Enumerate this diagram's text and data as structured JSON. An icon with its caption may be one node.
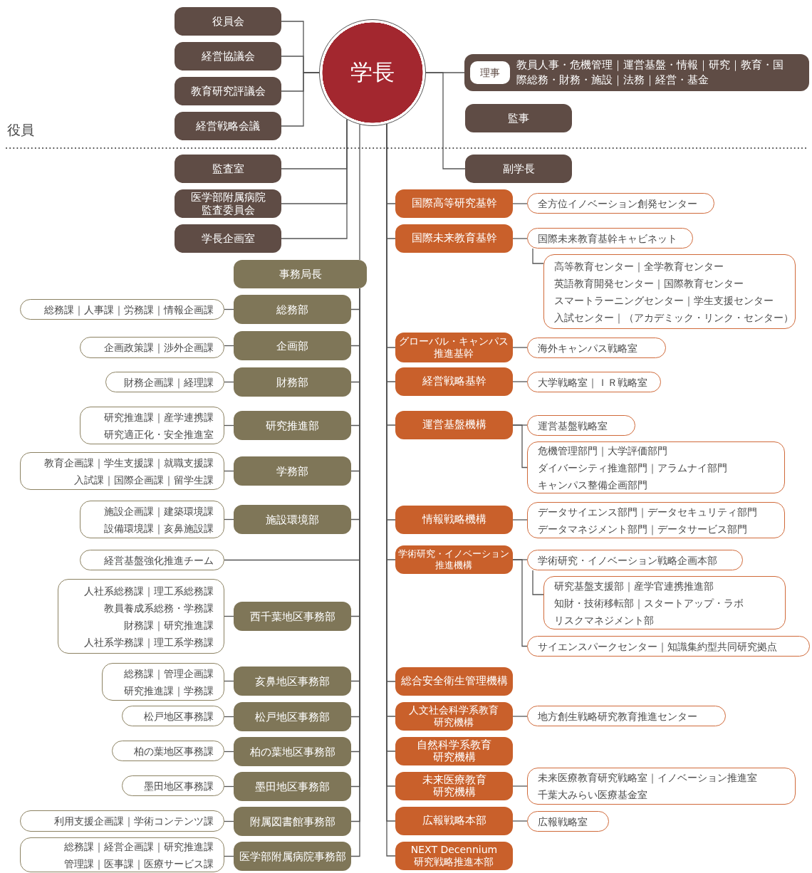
{
  "diagram": {
    "nodes": [
      {
        "text": [
          "学長"
        ]
      },
      {
        "text": [
          "役員会"
        ]
      },
      {
        "text": [
          "経営協議会"
        ]
      },
      {
        "text": [
          "教育研究評議会"
        ]
      },
      {
        "text": [
          "経営戦略会議"
        ]
      },
      {
        "text": [
          "理事",
          "教員人事・危機管理｜運営基盤・情報｜研究｜教育・国際総務・財務・施設｜法務｜経営・基金"
        ]
      },
      {
        "text": [
          "監事"
        ]
      },
      {
        "text": [
          "副学長"
        ]
      },
      {
        "text": [
          "監査室"
        ]
      },
      {
        "text": [
          "医学部附属病院監査委員会"
        ]
      },
      {
        "text": [
          "学長企画室"
        ]
      },
      {
        "text": [
          "国際高等研究基幹"
        ]
      },
      {
        "text": [
          "全方位イノベーション創発センター"
        ]
      },
      {
        "text": [
          "国際未来教育基幹"
        ]
      },
      {
        "text": [
          "国際未来教育基幹キャビネット"
        ]
      },
      {
        "text": [
          "高等教育センター｜全学教育センター",
          "英語教育開発センター｜国際教育センター",
          "スマートラーニングセンター｜学生支援センター",
          "入試センター｜（アカデミック・リンク・センター）"
        ]
      },
      {
        "text": [
          "グローバル・キャンパス推進基幹"
        ]
      },
      {
        "text": [
          "海外キャンパス戦略室"
        ]
      },
      {
        "text": [
          "経営戦略基幹"
        ]
      },
      {
        "text": [
          "大学戦略室｜ＩＲ戦略室"
        ]
      },
      {
        "text": [
          "運営基盤機構"
        ]
      },
      {
        "text": [
          "運営基盤戦略室"
        ]
      },
      {
        "text": [
          "危機管理部門｜大学評価部門",
          "ダイバーシティ推進部門｜アラムナイ部門",
          "キャンパス整備企画部門"
        ]
      },
      {
        "text": [
          "情報戦略機構"
        ]
      },
      {
        "text": [
          "データサイエンス部門｜データセキュリティ部門",
          "データマネジメント部門｜データサービス部門"
        ]
      },
      {
        "text": [
          "学術研究・イノベーション推進機構"
        ]
      },
      {
        "text": [
          "学術研究・イノベーション戦略企画本部"
        ]
      },
      {
        "text": [
          "研究基盤支援部｜産学官連携推進部",
          "知財・技術移転部｜スタートアップ・ラボ",
          "リスクマネジメント部"
        ]
      },
      {
        "text": [
          "サイエンスパークセンター｜知識集約型共同研究拠点"
        ]
      },
      {
        "text": [
          "総合安全衛生管理機構"
        ]
      },
      {
        "text": [
          "人文社会科学系教育研究機構"
        ]
      },
      {
        "text": [
          "地方創生戦略研究教育推進センター"
        ]
      },
      {
        "text": [
          "自然科学系教育研究機構"
        ]
      },
      {
        "text": [
          "未来医療教育研究機構"
        ]
      },
      {
        "text": [
          "未来医療教育研究戦略室｜イノベーション推進室",
          "千葉大みらい医療基金室"
        ]
      },
      {
        "text": [
          "広報戦略本部"
        ]
      },
      {
        "text": [
          "広報戦略室"
        ]
      },
      {
        "text": [
          "NEXT Decennium 研究戦略推進本部"
        ]
      },
      {
        "text": [
          "事務局長"
        ]
      },
      {
        "text": [
          "総務部"
        ]
      },
      {
        "text": [
          "総務課｜人事課｜労務課｜情報企画課"
        ]
      },
      {
        "text": [
          "企画部"
        ]
      },
      {
        "text": [
          "企画政策課｜渉外企画課"
        ]
      },
      {
        "text": [
          "財務部"
        ]
      },
      {
        "text": [
          "財務企画課｜経理課"
        ]
      },
      {
        "text": [
          "研究推進部"
        ]
      },
      {
        "text": [
          "研究推進課｜産学連携課",
          "研究適正化・安全推進室"
        ]
      },
      {
        "text": [
          "学務部"
        ]
      },
      {
        "text": [
          "教育企画課｜学生支援課｜就職支援課",
          "入試課｜国際企画課｜留学生課"
        ]
      },
      {
        "text": [
          "施設環境部"
        ]
      },
      {
        "text": [
          "施設企画課｜建築環境課",
          "設備環境課｜亥鼻施設課"
        ]
      },
      {
        "text": [
          "経営基盤強化推進チーム"
        ]
      },
      {
        "text": [
          "西千葉地区事務部"
        ]
      },
      {
        "text": [
          "人社系総務課｜理工系総務課",
          "教員養成系総務・学務課",
          "財務課｜研究推進課",
          "人社系学務課｜理工系学務課"
        ]
      },
      {
        "text": [
          "亥鼻地区事務部"
        ]
      },
      {
        "text": [
          "総務課｜管理企画課",
          "研究推進課｜学務課"
        ]
      },
      {
        "text": [
          "松戸地区事務部"
        ]
      },
      {
        "text": [
          "松戸地区事務課"
        ]
      },
      {
        "text": [
          "柏の葉地区事務部"
        ]
      },
      {
        "text": [
          "柏の葉地区事務課"
        ]
      },
      {
        "text": [
          "墨田地区事務部"
        ]
      },
      {
        "text": [
          "墨田地区事務課"
        ]
      },
      {
        "text": [
          "附属図書館事務部"
        ]
      },
      {
        "text": [
          "利用支援企画課｜学術コンテンツ課"
        ]
      },
      {
        "text": [
          "医学部附属病院事務部"
        ]
      },
      {
        "text": [
          "総務課｜経営企画課｜研究推進課",
          "管理課｜医事課｜医療サービス課"
        ]
      }
    ],
    "edges": [
      {
        "from": 0,
        "to": 1,
        "arrow": "none"
      },
      {
        "from": 0,
        "to": 2,
        "arrow": "none"
      },
      {
        "from": 0,
        "to": 3,
        "arrow": "none"
      },
      {
        "from": 0,
        "to": 4,
        "arrow": "none"
      },
      {
        "from": 0,
        "to": 5,
        "arrow": "none"
      },
      {
        "from": 0,
        "to": 7,
        "arrow": "none"
      },
      {
        "from": 0,
        "to": 8,
        "arrow": "none"
      },
      {
        "from": 0,
        "to": 9,
        "arrow": "none"
      },
      {
        "from": 0,
        "to": 10,
        "arrow": "none"
      },
      {
        "from": 0,
        "to": 38,
        "arrow": "none"
      },
      {
        "from": 0,
        "to": 11,
        "arrow": "none"
      },
      {
        "from": 0,
        "to": 13,
        "arrow": "none"
      },
      {
        "from": 0,
        "to": 16,
        "arrow": "none"
      },
      {
        "from": 0,
        "to": 18,
        "arrow": "none"
      },
      {
        "from": 0,
        "to": 20,
        "arrow": "none"
      },
      {
        "from": 0,
        "to": 23,
        "arrow": "none"
      },
      {
        "from": 0,
        "to": 25,
        "arrow": "none"
      },
      {
        "from": 0,
        "to": 29,
        "arrow": "none"
      },
      {
        "from": 0,
        "to": 30,
        "arrow": "none"
      },
      {
        "from": 0,
        "to": 32,
        "arrow": "none"
      },
      {
        "from": 0,
        "to": 33,
        "arrow": "none"
      },
      {
        "from": 0,
        "to": 35,
        "arrow": "none"
      },
      {
        "from": 0,
        "to": 37,
        "arrow": "none"
      },
      {
        "from": 11,
        "to": 12,
        "arrow": "none"
      },
      {
        "from": 13,
        "to": 14,
        "arrow": "none"
      },
      {
        "from": 14,
        "to": 15,
        "arrow": "none"
      },
      {
        "from": 16,
        "to": 17,
        "arrow": "none"
      },
      {
        "from": 18,
        "to": 19,
        "arrow": "none"
      },
      {
        "from": 20,
        "to": 21,
        "arrow": "none"
      },
      {
        "from": 20,
        "to": 22,
        "arrow": "none"
      },
      {
        "from": 23,
        "to": 24,
        "arrow": "none"
      },
      {
        "from": 25,
        "to": 26,
        "arrow": "none"
      },
      {
        "from": 26,
        "to": 27,
        "arrow": "none"
      },
      {
        "from": 25,
        "to": 28,
        "arrow": "none"
      },
      {
        "from": 30,
        "to": 31,
        "arrow": "none"
      },
      {
        "from": 33,
        "to": 34,
        "arrow": "none"
      },
      {
        "from": 35,
        "to": 36,
        "arrow": "none"
      },
      {
        "from": 38,
        "to": 39,
        "arrow": "none"
      },
      {
        "from": 38,
        "to": 41,
        "arrow": "none"
      },
      {
        "from": 38,
        "to": 43,
        "arrow": "none"
      },
      {
        "from": 38,
        "to": 45,
        "arrow": "none"
      },
      {
        "from": 38,
        "to": 47,
        "arrow": "none"
      },
      {
        "from": 38,
        "to": 49,
        "arrow": "none"
      },
      {
        "from": 38,
        "to": 51,
        "arrow": "none"
      },
      {
        "from": 38,
        "to": 52,
        "arrow": "none"
      },
      {
        "from": 38,
        "to": 54,
        "arrow": "none"
      },
      {
        "from": 38,
        "to": 56,
        "arrow": "none"
      },
      {
        "from": 38,
        "to": 58,
        "arrow": "none"
      },
      {
        "from": 38,
        "to": 60,
        "arrow": "none"
      },
      {
        "from": 38,
        "to": 62,
        "arrow": "none"
      },
      {
        "from": 38,
        "to": 64,
        "arrow": "none"
      },
      {
        "from": 39,
        "to": 40,
        "arrow": "none"
      },
      {
        "from": 41,
        "to": 42,
        "arrow": "none"
      },
      {
        "from": 43,
        "to": 44,
        "arrow": "none"
      },
      {
        "from": 45,
        "to": 46,
        "arrow": "none"
      },
      {
        "from": 47,
        "to": 48,
        "arrow": "none"
      },
      {
        "from": 49,
        "to": 50,
        "arrow": "none"
      },
      {
        "from": 52,
        "to": 53,
        "arrow": "none"
      },
      {
        "from": 54,
        "to": 55,
        "arrow": "none"
      },
      {
        "from": 56,
        "to": 57,
        "arrow": "none"
      },
      {
        "from": 58,
        "to": 59,
        "arrow": "none"
      },
      {
        "from": 60,
        "to": 61,
        "arrow": "none"
      },
      {
        "from": 62,
        "to": 63,
        "arrow": "none"
      },
      {
        "from": 64,
        "to": 65,
        "arrow": "none"
      }
    ],
    "labels": [
      "役員"
    ]
  }
}
